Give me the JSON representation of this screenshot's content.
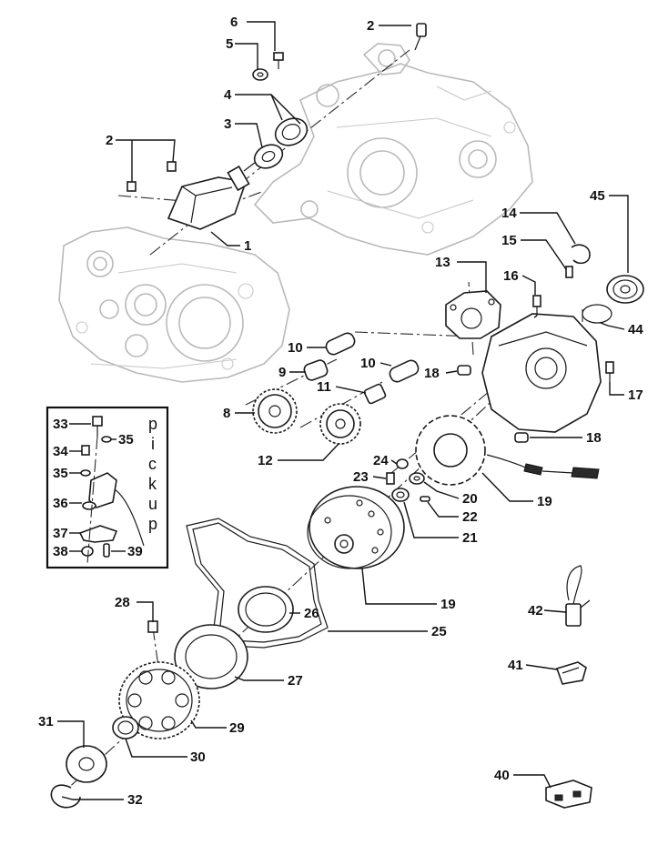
{
  "callouts": {
    "p1": "1",
    "p2a": "2",
    "p2b": "2",
    "p3": "3",
    "p4": "4",
    "p5": "5",
    "p6": "6",
    "p8": "8",
    "p9": "9",
    "p10a": "10",
    "p10b": "10",
    "p11": "11",
    "p12": "12",
    "p13": "13",
    "p14": "14",
    "p15": "15",
    "p16": "16",
    "p17": "17",
    "p18a": "18",
    "p18b": "18",
    "p19a": "19",
    "p19b": "19",
    "p20": "20",
    "p21": "21",
    "p22": "22",
    "p23": "23",
    "p24": "24",
    "p25": "25",
    "p26": "26",
    "p27": "27",
    "p28": "28",
    "p29": "29",
    "p30": "30",
    "p31": "31",
    "p32": "32",
    "p33": "33",
    "p34": "34",
    "p35a": "35",
    "p35b": "35",
    "p36": "36",
    "p37": "37",
    "p38": "38",
    "p39": "39",
    "p40": "40",
    "p41": "41",
    "p42": "42",
    "p44": "44",
    "p45": "45"
  },
  "inset": {
    "pickup_letters": [
      "p",
      "i",
      "c",
      "k",
      "u",
      "p"
    ]
  }
}
